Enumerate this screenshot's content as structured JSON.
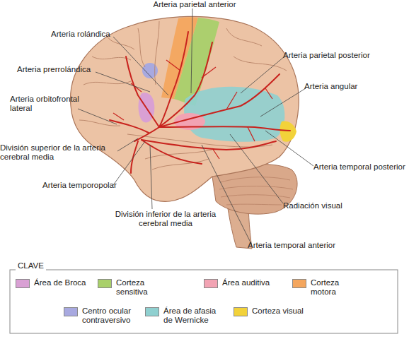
{
  "diagram": {
    "labels": [
      "Arteria parietal anterior",
      "Arteria rolándica",
      "Arteria prerrolándica",
      "Arteria orbitofrontal lateral",
      "División superior de la arteria cerebral media",
      "Arteria temporopolar",
      "División inferior de la arteria cerebral media",
      "Arteria temporal anterior",
      "Radiación visual",
      "Arteria temporal posterior",
      "Arteria angular",
      "Arteria parietal posterior",
      "CLAVE"
    ],
    "legend": [
      {
        "text": "Área de Broca",
        "color": "#d9a0d4"
      },
      {
        "text": "Corteza sensitiva",
        "color": "#a9d06a"
      },
      {
        "text": "Área auditiva",
        "color": "#f2a3b3"
      },
      {
        "text": "Corteza motora",
        "color": "#f4a65e"
      },
      {
        "text": "Centro ocular contraversivo",
        "color": "#a8a9e0"
      },
      {
        "text": "Área de afasia de Wernicke",
        "color": "#8fd0d0"
      },
      {
        "text": "Corteza visual",
        "color": "#f2d23a"
      }
    ]
  }
}
